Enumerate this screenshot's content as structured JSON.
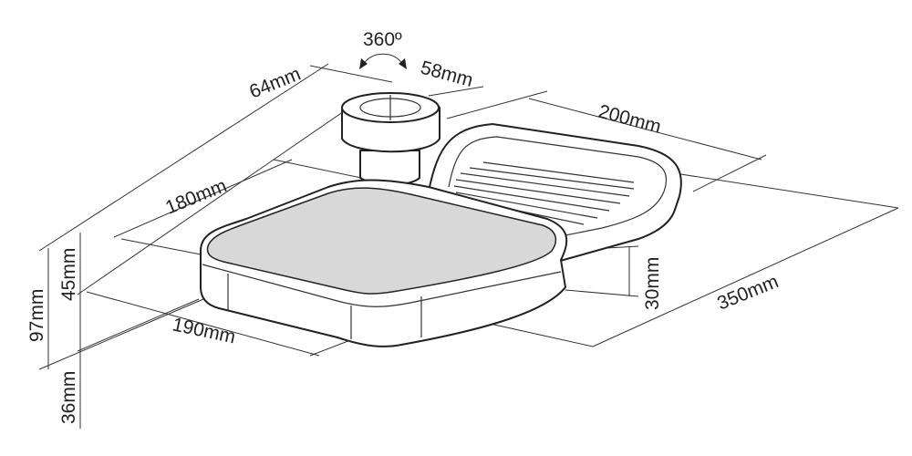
{
  "title": "Tray dimensions diagram",
  "labels": {
    "rotation": "360º",
    "clamp_width": "64mm",
    "clamp_depth": "58mm",
    "right_tray_length": "200mm",
    "left_tray_length": "180mm",
    "height_upper": "45mm",
    "height_total": "97mm",
    "height_lower": "36mm",
    "right_tray_height": "30mm",
    "total_length": "350mm",
    "tray_width": "190mm"
  }
}
